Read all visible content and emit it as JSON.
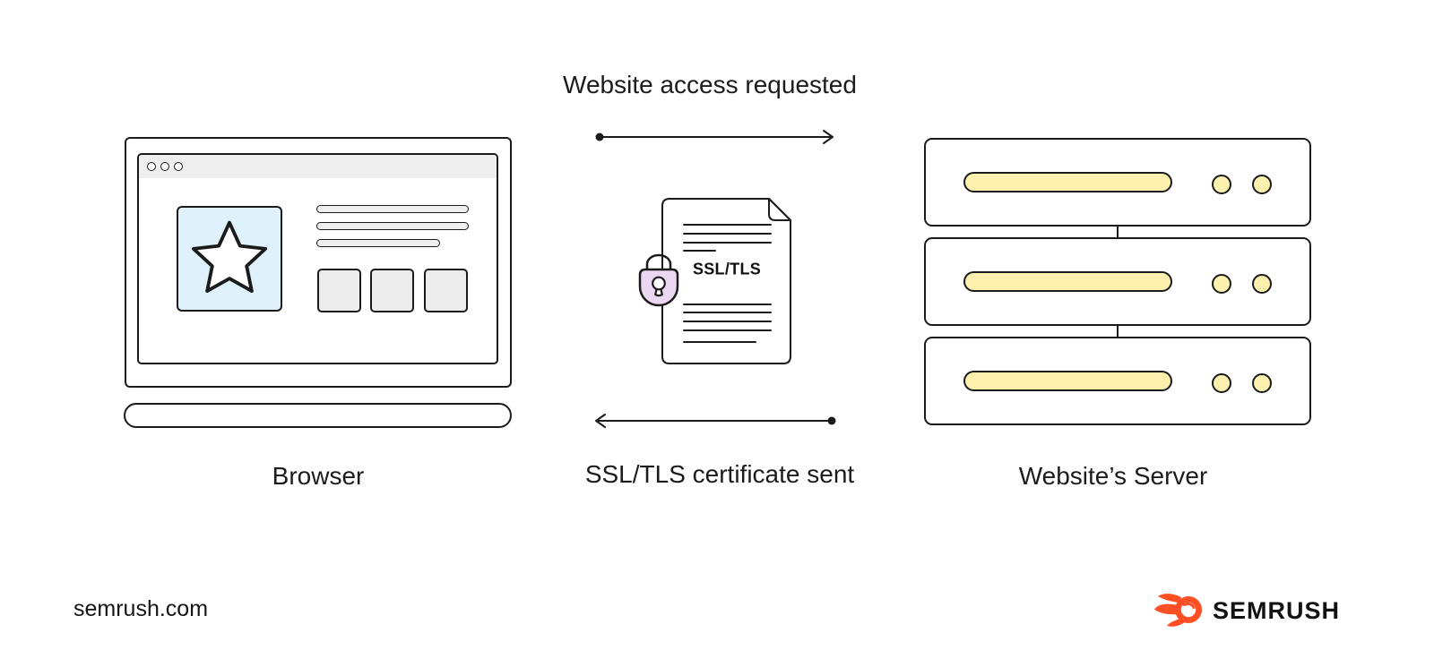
{
  "diagram": {
    "request_label": "Website access requested",
    "response_label": "SSL/TLS certificate sent",
    "browser": {
      "label": "Browser"
    },
    "certificate": {
      "title": "SSL/TLS"
    },
    "server": {
      "label": "Website’s Server"
    }
  },
  "footer": {
    "website": "semrush.com",
    "brand": "SEMRUSH"
  },
  "colors": {
    "stroke": "#1b1b1b",
    "text": "#1c1c1c",
    "light_blue": "#dff1fb",
    "light_yellow": "#fbf0ae",
    "light_purple": "#ecd7f3",
    "light_gray": "#efefef",
    "brand_orange": "#ff4f24",
    "background": "#ffffff"
  }
}
